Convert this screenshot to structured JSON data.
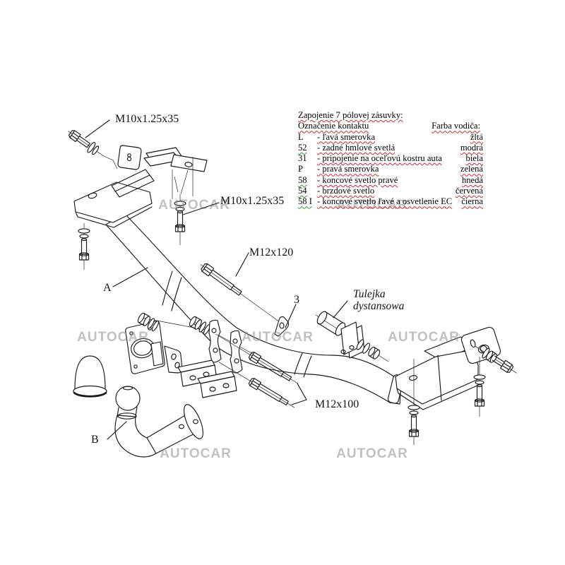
{
  "labels": {
    "m10_top_left": "M10x1.25x35",
    "m10_center": "M10x1.25x35",
    "m12_120": "M12x120",
    "item3": "3",
    "spacer1": "Tulejka",
    "spacer2": "dystansowa",
    "m12_100": "M12x100",
    "part_a": "A",
    "part_b": "B"
  },
  "watermark": {
    "text": "AUTOCAR",
    "color": "#8f8f8f"
  },
  "wiring_table": {
    "title": "Zapojenie 7 pólovej zásuvky:",
    "col_left_header": "Označenie kontaktu",
    "col_right_header": "Farba vodiča:",
    "rows": [
      {
        "code": "L",
        "desc": "- ľavá smerovka",
        "color": "žltá"
      },
      {
        "code": "52",
        "desc": "- zadné hmlové svetlá",
        "color": "modrá"
      },
      {
        "code": "31",
        "desc": "- pripojenie na oceľovú kostru auta",
        "color": "biela"
      },
      {
        "code": "P",
        "desc": "- pravá smerovka",
        "color": "zelená"
      },
      {
        "code": "58",
        "desc": "- koncové svetlo pravé",
        "color": "hnedá"
      },
      {
        "code": "54",
        "desc": "- brzdové svetlo",
        "color": "červená"
      },
      {
        "code": "58 I",
        "desc": "- koncové svetlo ľavé a osvetlenie EC",
        "color": "čierna"
      }
    ]
  }
}
